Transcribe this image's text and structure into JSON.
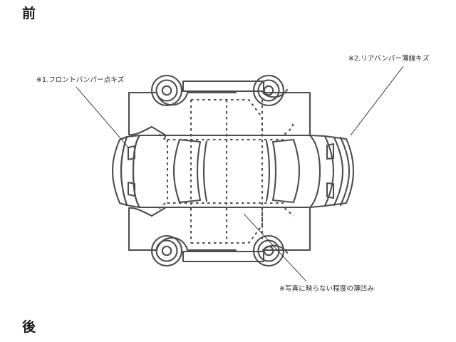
{
  "document": {
    "type": "vehicle-condition-diagram",
    "view": "top-down car outline",
    "background_color": "#ffffff",
    "line_color": "#4d4d4d",
    "text_color": "#262626"
  },
  "orientation": {
    "front_label": "前",
    "rear_label": "後"
  },
  "annotations": [
    {
      "id": "front-bumper-scratch",
      "text": "※1.フロントバンパー点キズ",
      "marker": "※1",
      "target": "front bumper (left side of diagram)"
    },
    {
      "id": "rear-bumper-scratch",
      "text": "※2.リアバンパー薄線キズ",
      "marker": "※2",
      "target": "rear bumper (right side of diagram)"
    },
    {
      "id": "roof-dent",
      "text": "※写真に映らない程度の薄凹み",
      "marker": "※",
      "target": "roof / centre panel"
    }
  ],
  "diagram_parts": {
    "wheels": 4,
    "bumper_front": "front bumper with two marker lamps",
    "bumper_rear": "rear bumper with two marker lamps and trim lines",
    "cabin": "dashed roof and cabin outline",
    "doors": 4,
    "mirrors": 2
  }
}
